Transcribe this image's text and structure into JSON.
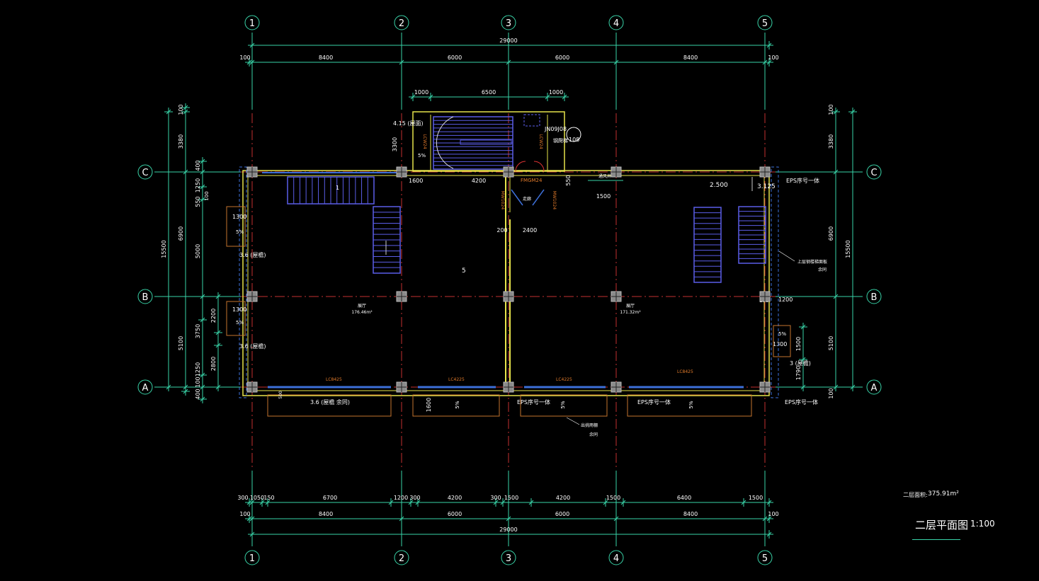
{
  "grids_x": [
    "1",
    "2",
    "3",
    "4",
    "5"
  ],
  "grids_y": [
    "A",
    "B",
    "C"
  ],
  "dims": {
    "top_total": "29000",
    "top_spans": [
      "100",
      "8400",
      "6000",
      "6000",
      "8400",
      "100"
    ],
    "stair_top": [
      "1000",
      "6500",
      "1000"
    ],
    "bottom_detail": [
      "300",
      "1050",
      "150",
      "6700",
      "1200",
      "300",
      "4200",
      "300",
      "1500",
      "4200",
      "1500",
      "6400",
      "1500"
    ],
    "bottom_spans": [
      "100",
      "8400",
      "6000",
      "6000",
      "8400",
      "100"
    ],
    "bottom_total": "29000",
    "left_outer": [
      "100",
      "3380",
      "15500"
    ],
    "left_mid": [
      "400",
      "1250",
      "550",
      "6900",
      "5000",
      "3750",
      "5100",
      "1250",
      "100",
      "400",
      "100"
    ],
    "left_inner": [
      "2200",
      "2800",
      "1300",
      "1300",
      "100"
    ],
    "right_outer": [
      "100",
      "3380",
      "15500",
      "6900",
      "5100",
      "100"
    ],
    "right_inner": [
      "1200",
      "1500",
      "1300",
      "1790",
      "100"
    ]
  },
  "labels": {
    "stair_level": "4.15 (屋面)",
    "stair_h": "3300",
    "mech_tag": "JN09J08",
    "mech_no": "108",
    "mech_label": "钢爬梯",
    "door_fm": "FMGM24",
    "door_side_l": "MW1024",
    "door_side_r": "MW1024",
    "corridor": "走廊",
    "dim_1600": "1600",
    "dim_4200": "4200",
    "dim_550": "550",
    "dim_1500": "1500",
    "dim_200": "200",
    "dim_2400": "2400",
    "level_2500": "2.500",
    "level_3125": "3.125",
    "stair_no": "1",
    "floor_mark": "5",
    "room_left": "展厅",
    "area_left": "176.46m²",
    "room_right": "展厅",
    "area_right": "171.32m²",
    "canopy_l1": "3.6 (屋檐)",
    "canopy_l2": "3.6 (屋檐)",
    "canopy_r": "3 (屋檐)",
    "slope": "5%",
    "eps_top": "EPS序号一体",
    "eps_bottom": "EPS序号一体",
    "eps_front1": "EPS序号一体",
    "eps_front2": "EPS序号一体",
    "bottom_canopy": "3.6 (屋檐 余同)",
    "note_r1": "上层钢楼梯面板",
    "note_r2": "余同",
    "note_b1": "出挑雨棚",
    "note_b2": "余同",
    "win_lc1": "LC8425",
    "win_lc2": "LC4225",
    "win_lc3": "LC4225",
    "win_lc4": "LC8425",
    "vent": "通风井",
    "lcw_l": "LCW24",
    "lcw_r": "LCW24"
  },
  "summary": {
    "area_label": "二层面积:",
    "area_value": "375.91m²",
    "title": "二层平面图",
    "scale": "1:100"
  },
  "colors": {
    "bg": "#000000",
    "dim": "#39d3a8",
    "wall": "#e6e34a",
    "axis": "#c23030",
    "stair": "#5b5ee8",
    "canopy": "#c5742e",
    "text": "#ffffff",
    "column": "#8a8a8a",
    "orange_text": "#e07a2a"
  }
}
